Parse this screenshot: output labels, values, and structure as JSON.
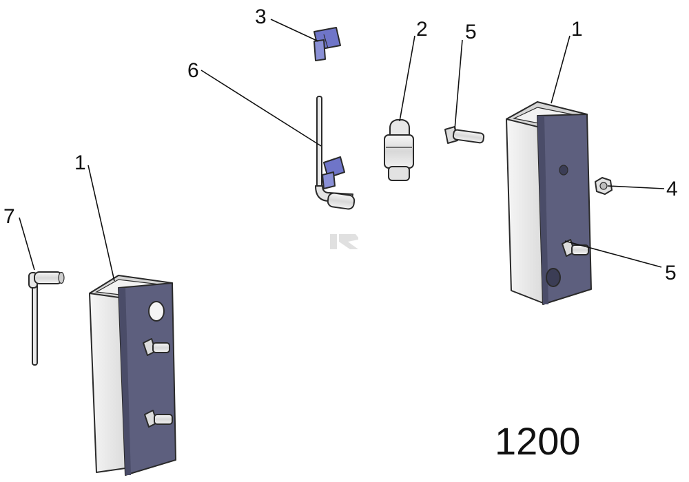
{
  "drawing": {
    "number": "1200",
    "colors": {
      "face": "#5d5f7e",
      "face_dark": "#4a4c68",
      "inner": "#eeeeee",
      "rim": "#d6d6d6",
      "clip": "#6f75c8",
      "metal": "#e4e4e4",
      "watermark": "#d9d9d9"
    }
  },
  "callouts": [
    {
      "id": "bracket-right",
      "label": "1"
    },
    {
      "id": "bracket-left",
      "label": "1"
    },
    {
      "id": "spacer",
      "label": "2"
    },
    {
      "id": "clip",
      "label": "3"
    },
    {
      "id": "nut",
      "label": "4"
    },
    {
      "id": "bolt-top",
      "label": "5"
    },
    {
      "id": "bolt-side",
      "label": "5"
    },
    {
      "id": "pin-clip",
      "label": "6"
    },
    {
      "id": "l-pin",
      "label": "7"
    }
  ]
}
